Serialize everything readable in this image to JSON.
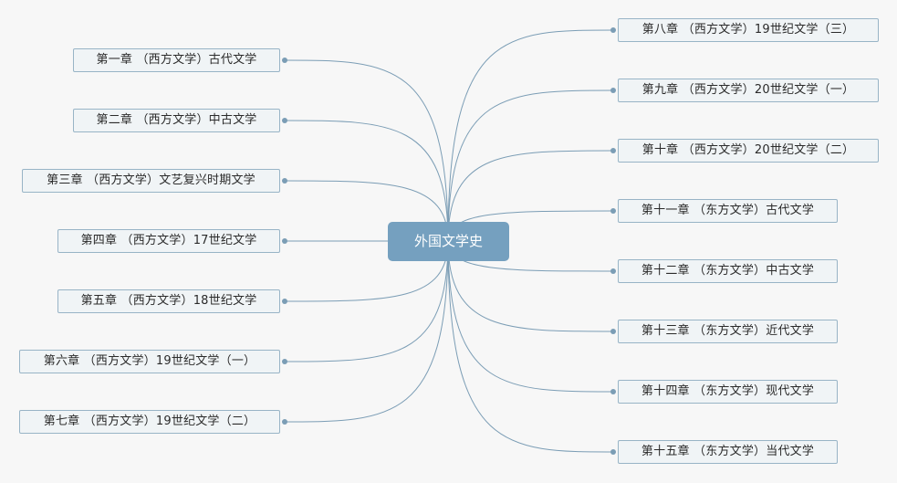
{
  "mindmap": {
    "root": "外国文学史",
    "left": [
      "第一章 （西方文学）古代文学",
      "第二章 （西方文学）中古文学",
      "第三章 （西方文学）文艺复兴时期文学",
      "第四章 （西方文学）17世纪文学",
      "第五章 （西方文学）18世纪文学",
      "第六章 （西方文学）19世纪文学（一）",
      "第七章 （西方文学）19世纪文学（二）"
    ],
    "right": [
      "第八章 （西方文学）19世纪文学（三）",
      "第九章 （西方文学）20世纪文学（一）",
      "第十章 （西方文学）20世纪文学（二）",
      "第十一章 （东方文学）古代文学",
      "第十二章 （东方文学）中古文学",
      "第十三章 （东方文学）近代文学",
      "第十四章 （东方文学）现代文学",
      "第十五章 （东方文学）当代文学"
    ]
  },
  "colors": {
    "root_fill": "#75a0bf",
    "node_fill": "#f0f4f6",
    "node_border": "#98b4c6",
    "link": "#7b9db5"
  }
}
